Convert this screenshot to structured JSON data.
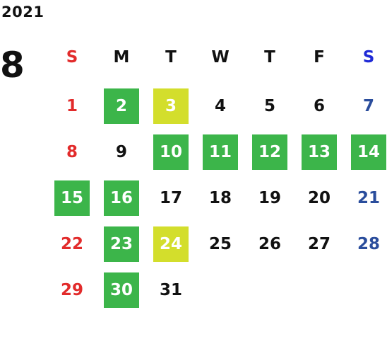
{
  "calendar": {
    "year": "2021",
    "month": "8",
    "weekdays": [
      "S",
      "M",
      "T",
      "W",
      "T",
      "F",
      "S"
    ],
    "colors": {
      "sunday": "#e22b2b",
      "saturday": "#2a4d9c",
      "saturday_header": "#1f2ad6",
      "highlight_green": "#3cb54a",
      "highlight_yellow": "#d3de2c",
      "text": "#111111"
    },
    "weeks": [
      [
        {
          "d": "1"
        },
        {
          "d": "2",
          "hl": "green"
        },
        {
          "d": "3",
          "hl": "yellow"
        },
        {
          "d": "4"
        },
        {
          "d": "5"
        },
        {
          "d": "6"
        },
        {
          "d": "7"
        }
      ],
      [
        {
          "d": "8"
        },
        {
          "d": "9"
        },
        {
          "d": "10",
          "hl": "green"
        },
        {
          "d": "11",
          "hl": "green"
        },
        {
          "d": "12",
          "hl": "green"
        },
        {
          "d": "13",
          "hl": "green"
        },
        {
          "d": "14",
          "hl": "green"
        }
      ],
      [
        {
          "d": "15",
          "hl": "green"
        },
        {
          "d": "16",
          "hl": "green"
        },
        {
          "d": "17"
        },
        {
          "d": "18"
        },
        {
          "d": "19"
        },
        {
          "d": "20"
        },
        {
          "d": "21"
        }
      ],
      [
        {
          "d": "22"
        },
        {
          "d": "23",
          "hl": "green"
        },
        {
          "d": "24",
          "hl": "yellow"
        },
        {
          "d": "25"
        },
        {
          "d": "26"
        },
        {
          "d": "27"
        },
        {
          "d": "28"
        }
      ],
      [
        {
          "d": "29"
        },
        {
          "d": "30",
          "hl": "green"
        },
        {
          "d": "31"
        }
      ]
    ]
  }
}
